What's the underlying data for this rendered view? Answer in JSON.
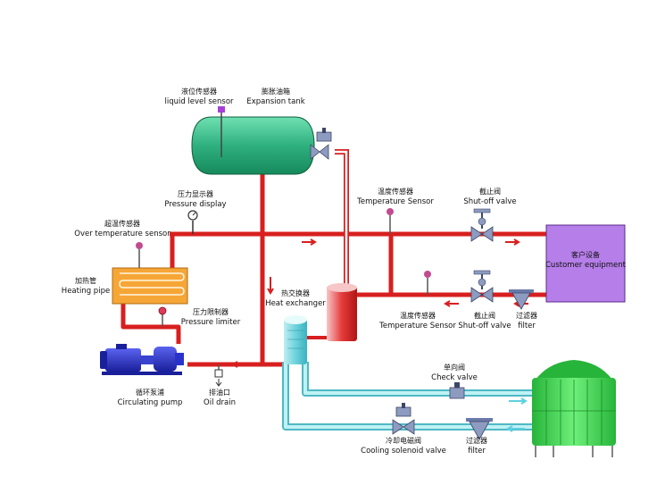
{
  "labels": {
    "liquid_level_sensor_cn": "液位传感器",
    "liquid_level_sensor_en": "liquid level sensor",
    "expansion_tank_cn": "膨胀油箱",
    "expansion_tank_en": "Expansion tank",
    "pressure_display_cn": "压力显示器",
    "pressure_display_en": "Pressure display",
    "over_temp_sensor_cn": "超温传感器",
    "over_temp_sensor_en": "Over temperature sensor",
    "heating_pipe_cn": "加热管",
    "heating_pipe_en": "Heating pipe",
    "pressure_limiter_cn": "压力限制器",
    "pressure_limiter_en": "Pressure limiter",
    "circulating_pump_cn": "循环泵浦",
    "circulating_pump_en": "Circulating pump",
    "oil_drain_cn": "排油口",
    "oil_drain_en": "Oil drain",
    "heat_exchanger_cn": "热交换器",
    "heat_exchanger_en": "Heat exchanger",
    "temp_sensor_top_cn": "温度传感器",
    "temp_sensor_top_en": "Temperature Sensor",
    "shutoff_top_cn": "截止阀",
    "shutoff_top_en": "Shut-off valve",
    "customer_equipment_cn": "客户设备",
    "customer_equipment_en": "Customer equipment",
    "temp_sensor_bottom_cn": "温度传感器",
    "temp_sensor_bottom_en": "Temperature Sensor",
    "shutoff_bottom_cn": "截止阀",
    "shutoff_bottom_en": "Shut-off valve",
    "filter_right_cn": "过滤器",
    "filter_right_en": "filter",
    "check_valve_cn": "单向阀",
    "check_valve_en": "Check valve",
    "cooling_solenoid_cn": "冷却电磁阀",
    "cooling_solenoid_en": "Cooling solenoid valve",
    "filter_bottom_cn": "过滤器",
    "filter_bottom_en": "filter"
  },
  "colors": {
    "hot_pipe": "#d81f1f",
    "cold_pipe": "#6fd3dc",
    "tank": "#2fb07f",
    "customer": "#b57ee8",
    "tower": "#3fcf4f",
    "pump": "#2a33c9",
    "valve": "#8e9bc0",
    "heater": "#f6a637"
  }
}
